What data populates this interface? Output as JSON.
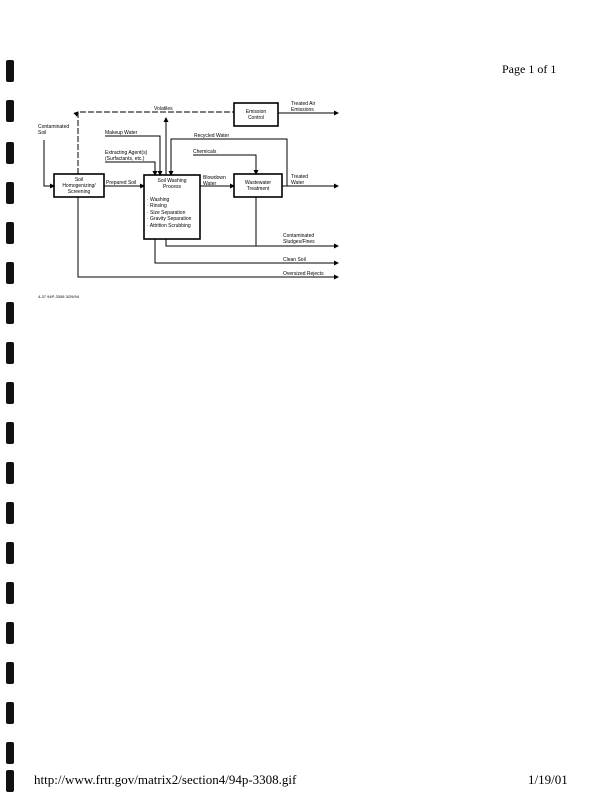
{
  "header": {
    "page_label": "Page 1 of 1"
  },
  "diagram": {
    "boxes": {
      "homogenizing": [
        "Soil",
        "Homogenizing/",
        "Screening"
      ],
      "washing_title": [
        "Soil Washing",
        "Process"
      ],
      "washing_steps": [
        "· Washing",
        "· Rinsing",
        "· Size Separation",
        "· Gravity Separation",
        "· Attrition Scrubbing"
      ],
      "wastewater": [
        "Wastewater",
        "Treatment"
      ],
      "emission": [
        "Emission",
        "Control"
      ]
    },
    "flows": {
      "contaminated_soil": [
        "Contaminated",
        "Soil"
      ],
      "prepared_soil": "Prepared Soil",
      "makeup_water": "Makeup Water",
      "extracting": [
        "Extracting Agent(s)",
        "(Surfactants, etc.)"
      ],
      "volatiles": "Volatiles",
      "treated_air": [
        "Treated Air",
        "Emissions"
      ],
      "recycled_water": "Recycled Water",
      "chemicals": "Chemicals",
      "blowdown": [
        "Blowdown",
        "Water"
      ],
      "treated_water": [
        "Treated",
        "Water"
      ],
      "sludges": [
        "Contaminated",
        "Sludges/Fines"
      ],
      "clean_soil": "Clean Soil",
      "oversized": "Oversized Rejects"
    },
    "code": "4-37  94P-3308  3/29/94"
  },
  "footer": {
    "url": "http://www.frtr.gov/matrix2/section4/94p-3308.gif",
    "date": "1/19/01"
  }
}
